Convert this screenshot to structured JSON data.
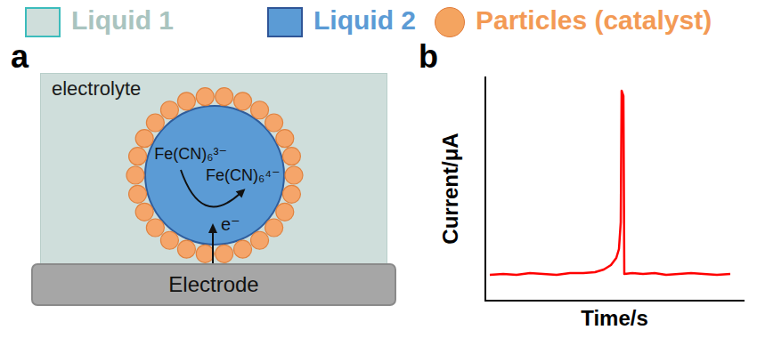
{
  "diagram": {
    "nodes": [
      {
        "text": [
          "electrolyte"
        ]
      },
      {
        "text": [
          "Fe(CN)₆³⁻",
          "Fe(CN)₆⁴⁻"
        ],
        "in": 0
      },
      {
        "text": [
          "Electrode"
        ]
      }
    ],
    "labels": [
      "a",
      "e⁻",
      "b",
      "Current/μA",
      "Time/s"
    ],
    "legend": [
      {
        "text": "Liquid 1",
        "color": "#cfdedb"
      },
      {
        "text": "Liquid 2",
        "color": "#5b9bd5"
      },
      {
        "text": "Particles (catalyst)",
        "color": "#f4a460"
      }
    ]
  }
}
